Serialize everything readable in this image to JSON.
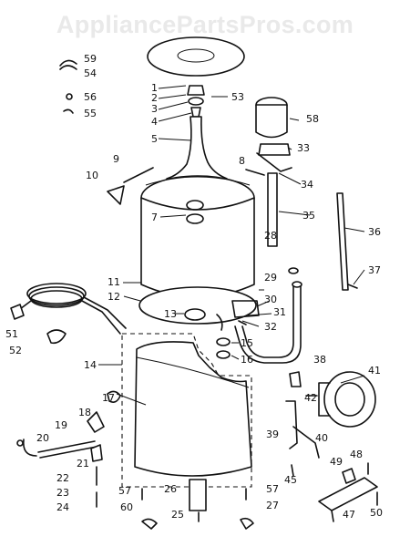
{
  "watermark": "AppliancePartsPros.com",
  "callouts": [
    "1",
    "2",
    "3",
    "4",
    "5",
    "7",
    "8",
    "9",
    "10",
    "11",
    "12",
    "13",
    "14",
    "15",
    "16",
    "17",
    "18",
    "19",
    "20",
    "21",
    "22",
    "23",
    "24",
    "25",
    "26",
    "27",
    "28",
    "29",
    "30",
    "31",
    "32",
    "33",
    "34",
    "35",
    "36",
    "37",
    "38",
    "39",
    "40",
    "41",
    "42",
    "45",
    "47",
    "48",
    "49",
    "50",
    "51",
    "52",
    "53",
    "54",
    "55",
    "56",
    "57",
    "57",
    "58",
    "59",
    "60"
  ]
}
